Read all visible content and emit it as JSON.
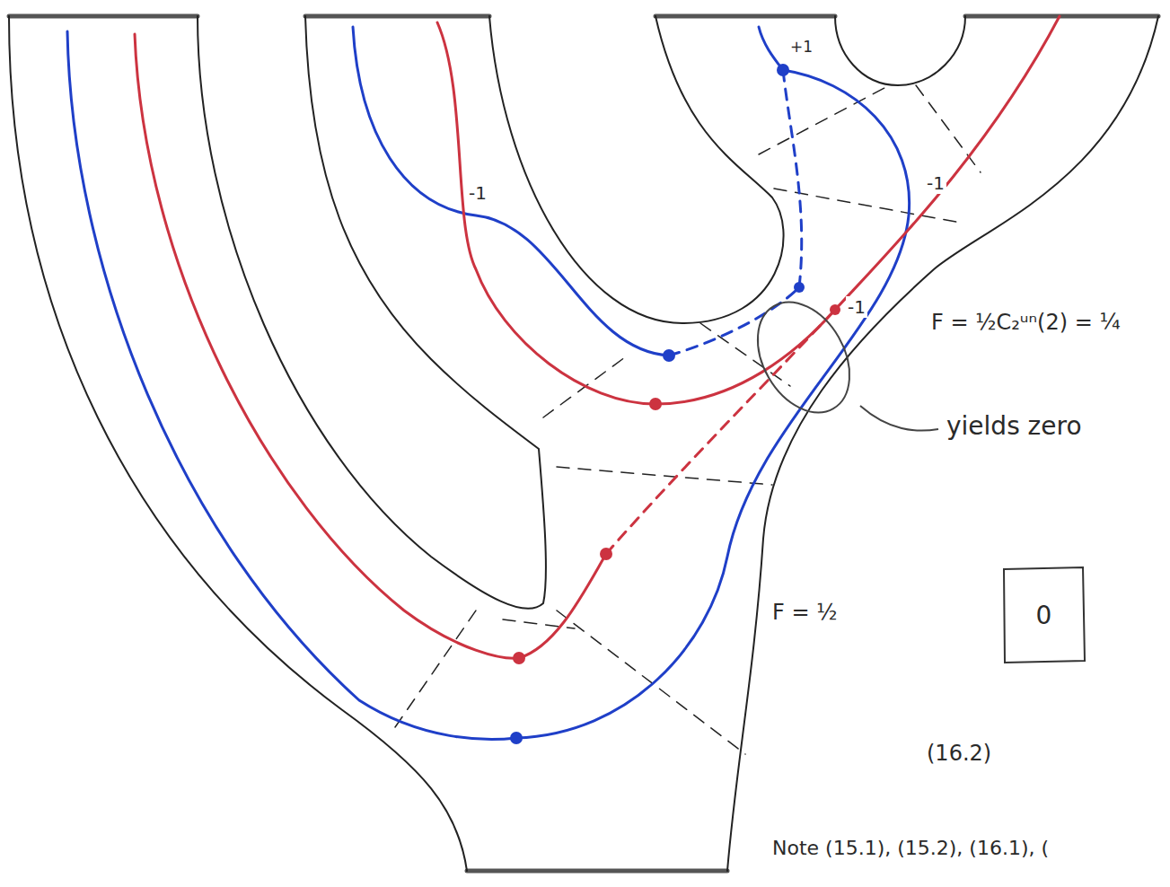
{
  "diagram": {
    "nodes": [
      {
        "text": [
          "0"
        ]
      }
    ],
    "labels": [
      "+1",
      "-1",
      "-1",
      "-1",
      "F = ½C₂ᵘⁿ(2) = ¼",
      "yields zero",
      "F = ½",
      "(16.2)",
      "Note (15.1), (15.2), (16.1), ("
    ]
  }
}
